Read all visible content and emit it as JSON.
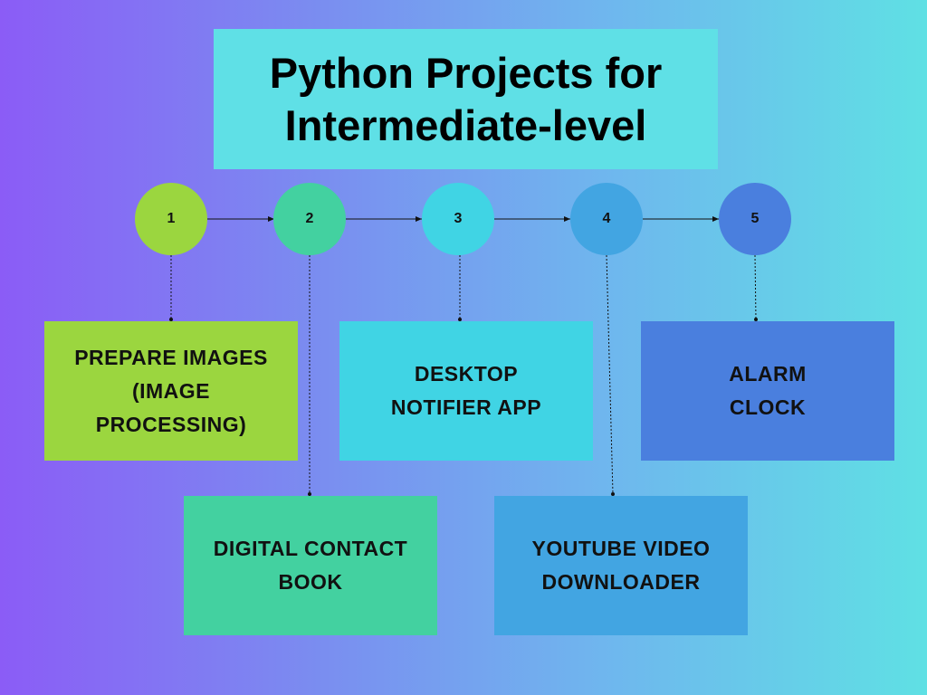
{
  "title": {
    "line1": "Python Projects for",
    "line2": "Intermediate-level"
  },
  "steps": [
    {
      "number": "1",
      "color": "#9bd63f",
      "label": [
        "PREPARE IMAGES",
        "(IMAGE",
        "PROCESSING)"
      ],
      "box_color": "#9bd63f"
    },
    {
      "number": "2",
      "color": "#43d1a0",
      "label": [
        "DIGITAL CONTACT",
        "BOOK"
      ],
      "box_color": "#43d1a0"
    },
    {
      "number": "3",
      "color": "#40d4e4",
      "label": [
        "DESKTOP",
        "NOTIFIER APP"
      ],
      "box_color": "#40d4e4"
    },
    {
      "number": "4",
      "color": "#42a5e2",
      "label": [
        "YOUTUBE VIDEO",
        "DOWNLOADER"
      ],
      "box_color": "#42a5e2"
    },
    {
      "number": "5",
      "color": "#4a7fde",
      "label": [
        "ALARM",
        "CLOCK"
      ],
      "box_color": "#4a7fde"
    }
  ]
}
